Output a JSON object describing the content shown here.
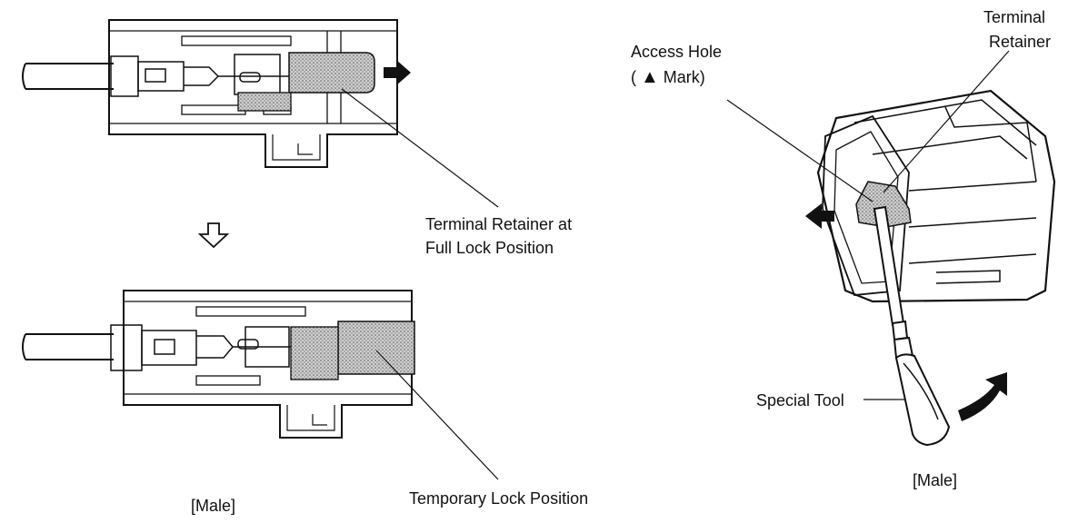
{
  "left_diagram": {
    "label_full_lock_line1": "Terminal Retainer at",
    "label_full_lock_line2": "Full Lock Position",
    "label_temporary_lock": "Temporary Lock Position",
    "caption": "[Male]"
  },
  "right_diagram": {
    "label_terminal_retainer_line1": "Terminal",
    "label_terminal_retainer_line2": "Retainer",
    "label_access_hole_line1": "Access Hole",
    "label_access_hole_line2_prefix": "( ",
    "label_access_hole_line2_symbol": "▲",
    "label_access_hole_line2_suffix": " Mark)",
    "label_special_tool": "Special Tool",
    "caption": "[Male]"
  },
  "icons": {
    "arrow_down": "hollow-down-arrow",
    "arrow_right": "solid-right-arrow",
    "arrow_left": "solid-left-arrow",
    "arrow_curved": "curved-rotate-arrow"
  },
  "colors": {
    "line": "#111111",
    "stipple": "#9a9a9a",
    "background": "#ffffff"
  }
}
